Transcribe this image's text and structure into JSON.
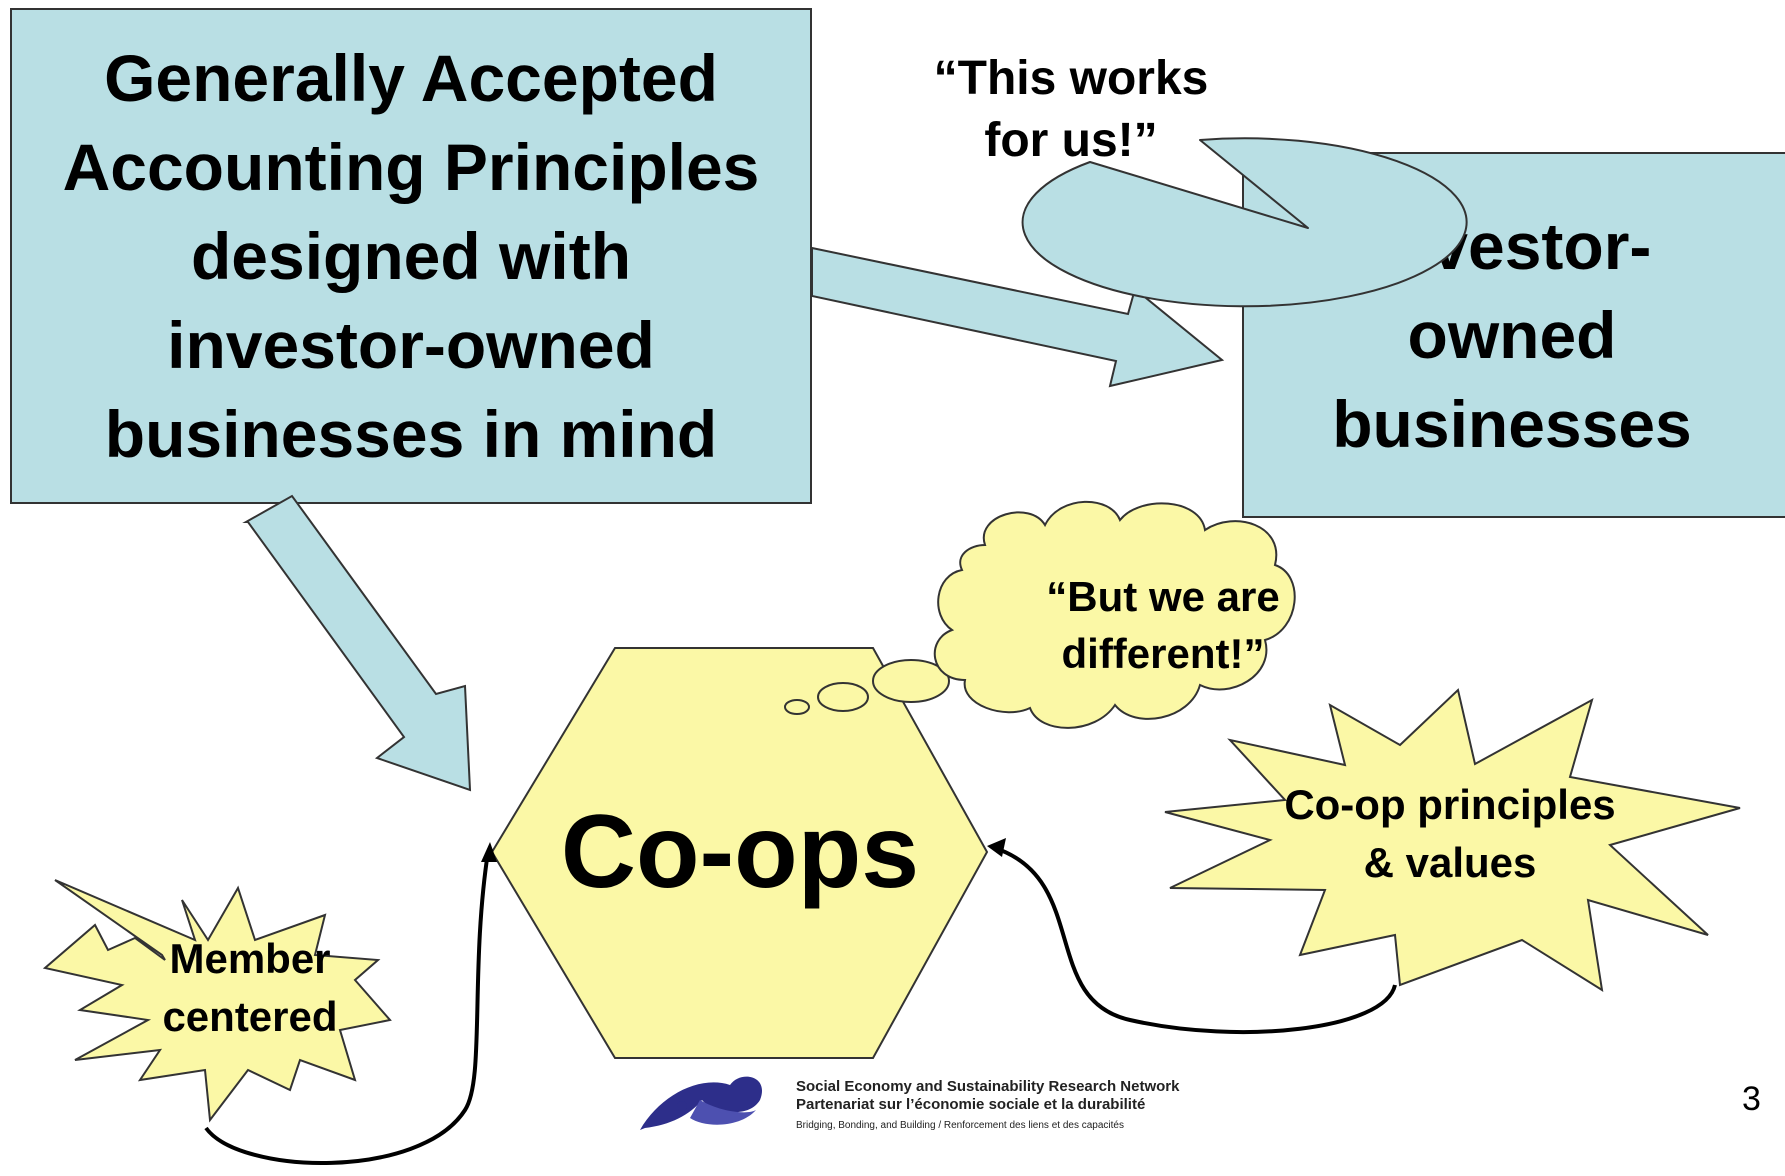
{
  "gaap_box": {
    "line1": "Generally Accepted",
    "line2": "Accounting Principles",
    "line3": "designed with",
    "line4": "investor-owned",
    "line5": "businesses in mind"
  },
  "investor_box": {
    "line1": "Investor-",
    "line2": "owned",
    "line3": "businesses"
  },
  "speech_bubble": {
    "line1": "“This works",
    "line2": "for us!”"
  },
  "thought_bubble": {
    "line1": "“But we are",
    "line2": "different!”"
  },
  "coops_label": "Co-ops",
  "star_principles": {
    "line1": "Co-op principles",
    "line2": "& values"
  },
  "star_member": {
    "line1": "Member",
    "line2": "centered"
  },
  "footer": {
    "org_en": "Social Economy and Sustainability Research Network",
    "org_fr": "Partenariat sur l’économie sociale et la durabilité",
    "tagline": "Bridging, Bonding, and Building / Renforcement des liens et des capacités",
    "page_number": "3"
  },
  "colors": {
    "box_fill": "#b9dfe4",
    "yellow_fill": "#fbf8a6",
    "outline": "#333333"
  }
}
